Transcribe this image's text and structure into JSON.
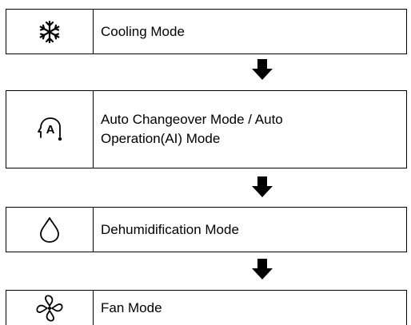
{
  "modes": [
    {
      "icon": "snowflake-icon",
      "label": "Cooling Mode"
    },
    {
      "icon": "auto-a-icon",
      "label": "Auto Changeover Mode / Auto Operation(AI) Mode"
    },
    {
      "icon": "water-drop-icon",
      "label": "Dehumidification Mode"
    },
    {
      "icon": "fan-icon",
      "label": "Fan Mode"
    }
  ],
  "colors": {
    "line": "#000000",
    "background": "#ffffff"
  }
}
